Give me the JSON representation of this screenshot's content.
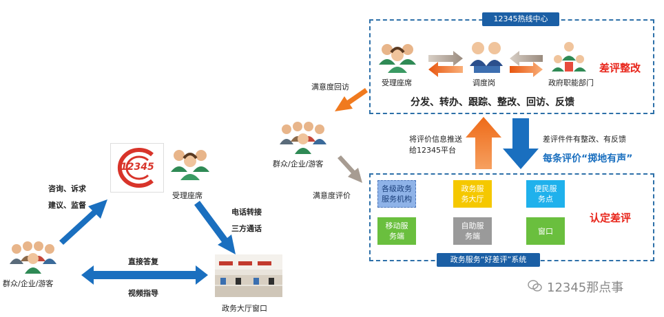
{
  "hotline": {
    "title": "12345热线中心",
    "left_person": "受理座席",
    "center_person": "调度岗",
    "right_person": "政府职能部门",
    "tasks": "分发、转办、跟踪、整改、回访、反馈",
    "red_tag": "差评整改"
  },
  "public_top": {
    "label": "群众/企业/游客",
    "return_visit": "满意度回访",
    "evaluation": "满意度评价"
  },
  "push_text": {
    "line1": "将评价信息推送",
    "line2": "给12345平台"
  },
  "feedback_text": "差评件件有整改、有反馈",
  "slogan": "每条评价“掷地有声”",
  "system": {
    "title": "政务服务“好差评”系统",
    "red_tag": "认定差评",
    "tiles": [
      {
        "line1": "各级政务",
        "line2": "服务机构",
        "color": "#8fb3e8"
      },
      {
        "line1": "政务服",
        "line2": "务大厅",
        "color": "#f5c800"
      },
      {
        "line1": "便民服",
        "line2": "务点",
        "color": "#1fb1ec"
      },
      {
        "line1": "移动服",
        "line2": "务端",
        "color": "#6abf3e"
      },
      {
        "line1": "自助服",
        "line2": "务端",
        "color": "#9a9a9a"
      },
      {
        "line1": "窗口",
        "line2": "",
        "color": "#6abf3e"
      }
    ]
  },
  "left": {
    "logo_text": "12345",
    "reception": "受理座席",
    "consult": "咨询、诉求",
    "advise": "建议、监督",
    "phone_transfer": "电话转接",
    "three_way": "三方通话",
    "public": "群众/企业/游客",
    "direct_reply": "直接答复",
    "video_guide": "视频指导",
    "hall_window": "政务大厅窗口"
  },
  "watermark": "12345那点事",
  "colors": {
    "blue": "#1b5fa5",
    "orange": "#f07a1f",
    "red": "#e8251b",
    "arrow_blue": "#1a6fbf"
  }
}
